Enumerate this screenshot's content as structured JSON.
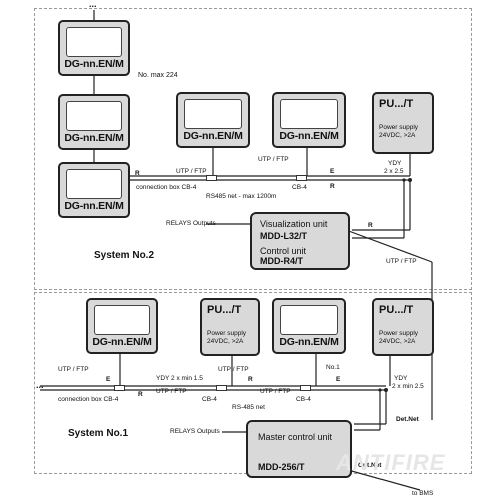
{
  "top_dots": "...",
  "left_dots": "...",
  "panels": {
    "top_a": {
      "label": "DG-nn.EN/M"
    },
    "top_b": {
      "label": "DG-nn.EN/M"
    },
    "top_c": {
      "label": "DG-nn.EN/M"
    },
    "top_d": {
      "label": "DG-nn.EN/M"
    },
    "top_e": {
      "label": "DG-nn.EN/M"
    },
    "bot_a": {
      "label": "DG-nn.EN/M"
    },
    "bot_b": {
      "label": "DG-nn.EN/M"
    }
  },
  "power_units": {
    "top": {
      "title": "PU.../T",
      "desc": "Power supply\n24VDC, >2A"
    },
    "bot_left": {
      "title": "PU.../T",
      "desc": "Power supply\n24VDC, >2A"
    },
    "bot_right": {
      "title": "PU.../T",
      "desc": "Power supply\n24VDC, >2A"
    }
  },
  "units": {
    "top": {
      "line1": "Visualization unit",
      "line2": "MDD-L32/T",
      "line3": "Control unit",
      "line4": "MDD-R4/T"
    },
    "bottom": {
      "line1": "Master control unit",
      "line2": "MDD-256/T"
    }
  },
  "labels": {
    "no_max": "No. max 224",
    "utp_1": "UTP / FTP",
    "utp_2": "UTP / FTP",
    "utp_3": "UTP / FTP",
    "utp_4": "UTP / FTP",
    "utp_5": "UTP / FTP",
    "utp_6": "UTP / FTP",
    "utp_7": "UTP / FTP",
    "r_1": "R",
    "r_2": "R",
    "r_3": "R",
    "r_4": "R",
    "r_5": "R",
    "e_1": "E",
    "e_2": "E",
    "e_3": "E",
    "cb_top_left": "connection box CB-4",
    "cb_top_right": "CB-4",
    "rs485_top": "RS485 net - max 1200m",
    "ydy_top": "YDY",
    "ydy_top_2": "2 x 2.5",
    "relays_top": "RELAYS Outputs",
    "system2": "System No.2",
    "cb_bot_left": "connection box CB-4",
    "cb_bot_mid": "CB-4",
    "cb_bot_right": "CB-4",
    "ydy_bot": "YDY 2 x min 1.5",
    "rs485_bot": "RS-485 net",
    "no1": "No.1",
    "ydy_bot_r": "YDY",
    "ydy_bot_r2": "2 x min 2.5",
    "detnet": "Det.Net",
    "outnet": "Out.Net",
    "relays_bot": "RELAYS Outputs",
    "system1": "System No.1",
    "to_bms": "to BMS"
  },
  "watermark": "ANTIFIRE",
  "colors": {
    "box_fill": "#d9d9d9",
    "line": "#222222",
    "watermark": "#e6e6e6"
  }
}
